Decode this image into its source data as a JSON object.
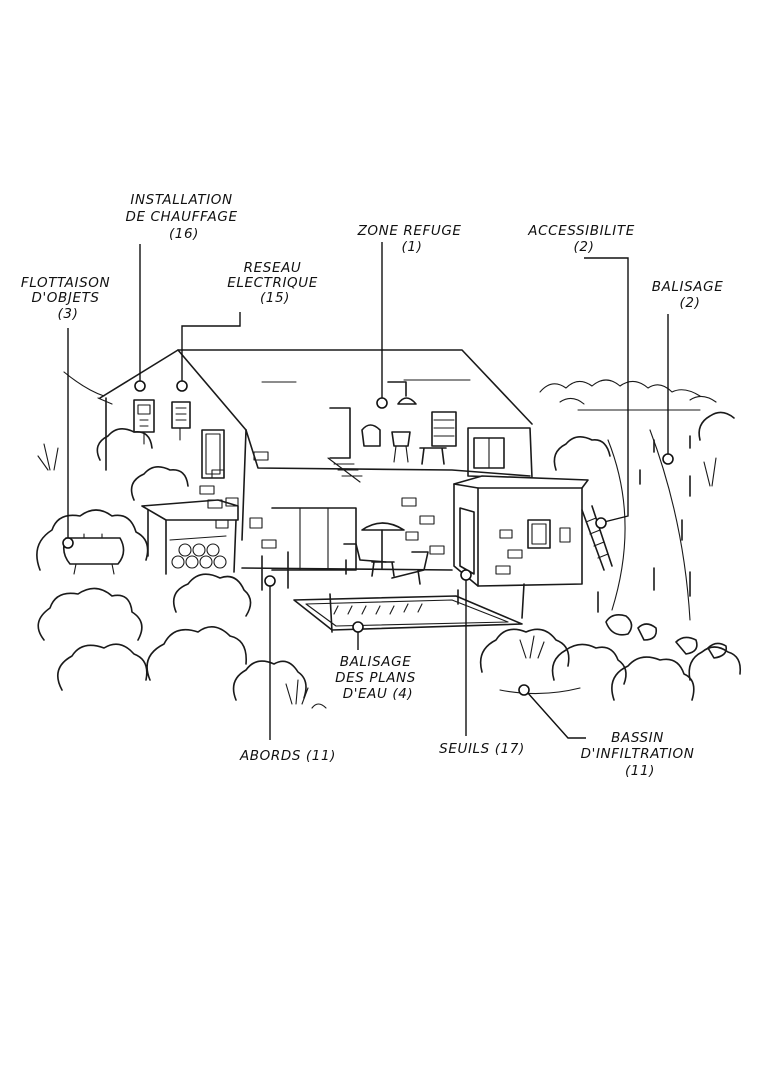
{
  "labels": {
    "installation_chauffage": {
      "lines": [
        "INSTALLATION",
        "DE CHAUFFAGE",
        "(16)"
      ]
    },
    "reseau_electrique": {
      "lines": [
        "RESEAU",
        "ELECTRIQUE",
        "(15)"
      ]
    },
    "flottaison_objets": {
      "lines": [
        "FLOTTAISON",
        "D'OBJETS",
        "(3)"
      ]
    },
    "zone_refuge": {
      "lines": [
        "ZONE REFUGE",
        "(1)"
      ]
    },
    "accessibilite": {
      "lines": [
        "ACCESSIBILITE",
        "(2)"
      ]
    },
    "balisage": {
      "lines": [
        "BALISAGE",
        "(2)"
      ]
    },
    "balisage_plans_eau": {
      "lines": [
        "BALISAGE",
        "DES PLANS",
        "D'EAU (4)"
      ]
    },
    "abords": {
      "lines": [
        "ABORDS (11)"
      ]
    },
    "seuils": {
      "lines": [
        "SEUILS (17)"
      ]
    },
    "bassin_infiltration": {
      "lines": [
        "BASSIN",
        "D'INFILTRATION",
        "(11)"
      ]
    }
  },
  "colors": {
    "ink": "#111111",
    "paper": "#ffffff"
  }
}
